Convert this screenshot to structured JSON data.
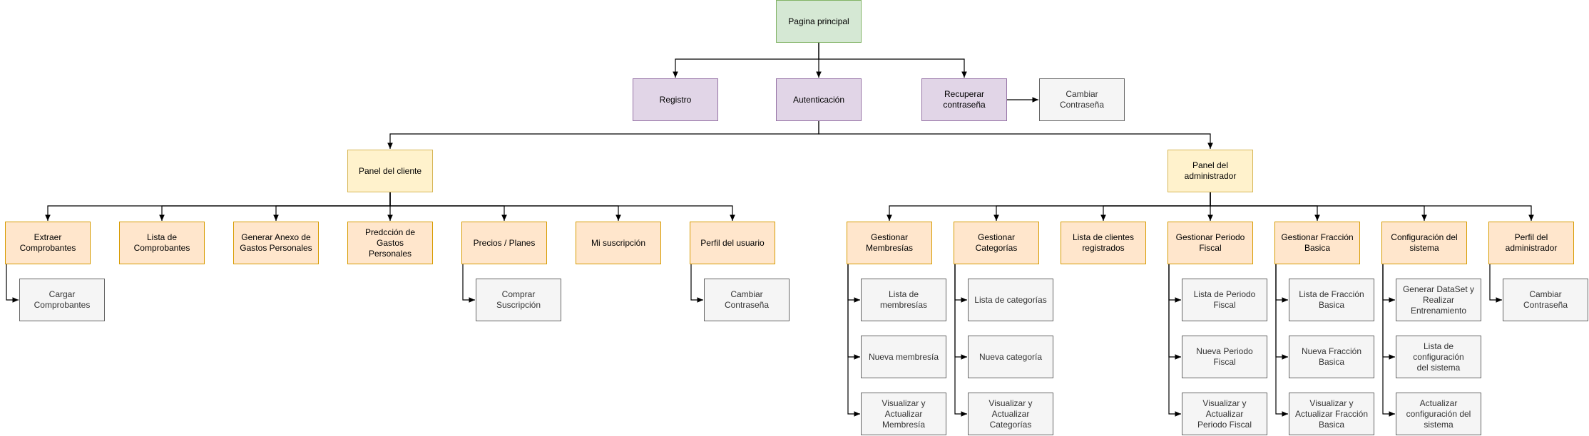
{
  "colors": {
    "green_fill": "#d5e8d4",
    "green_stroke": "#82b366",
    "purple_fill": "#e1d5e7",
    "purple_stroke": "#9673a6",
    "yellow_fill": "#fff2cc",
    "yellow_stroke": "#d6b656",
    "orange_fill": "#ffe6cc",
    "orange_stroke": "#d79b00",
    "gray_fill": "#f5f5f5",
    "gray_stroke": "#666666",
    "edge": "#000000"
  },
  "nodes": [
    {
      "id": "home",
      "label": "Pagina principal",
      "style": "green"
    },
    {
      "id": "registro",
      "label": "Registro",
      "style": "purple"
    },
    {
      "id": "auth",
      "label": "Autenticación",
      "style": "purple"
    },
    {
      "id": "recuperar",
      "label": "Recuperar\ncontraseña",
      "style": "purple"
    },
    {
      "id": "cambiar_top",
      "label": "Cambiar Contraseña",
      "style": "gray"
    },
    {
      "id": "panel_cliente",
      "label": "Panel del cliente",
      "style": "yellow"
    },
    {
      "id": "panel_admin",
      "label": "Panel del\nadministrador",
      "style": "yellow"
    },
    {
      "id": "extraer",
      "label": "Extraer\nComprobantes",
      "style": "orange"
    },
    {
      "id": "lista_comp",
      "label": "Lista de\nComprobantes",
      "style": "orange"
    },
    {
      "id": "anexo",
      "label": "Generar Anexo de\nGastos Personales",
      "style": "orange"
    },
    {
      "id": "prediccion",
      "label": "Predcción de Gastos\nPersonales",
      "style": "orange"
    },
    {
      "id": "precios",
      "label": "Precios / Planes",
      "style": "orange"
    },
    {
      "id": "suscripcion",
      "label": "Mi suscripción",
      "style": "orange"
    },
    {
      "id": "perfil_usuario",
      "label": "Perfil del usuario",
      "style": "orange"
    },
    {
      "id": "cargar",
      "label": "Cargar\nComprobantes",
      "style": "gray"
    },
    {
      "id": "comprar",
      "label": "Comprar Suscripción",
      "style": "gray"
    },
    {
      "id": "cambiar_user",
      "label": "Cambiar Contraseña",
      "style": "gray"
    },
    {
      "id": "membresias",
      "label": "Gestionar\nMembresías",
      "style": "orange"
    },
    {
      "id": "categorias",
      "label": "Gestionar Categorías",
      "style": "orange"
    },
    {
      "id": "clientes",
      "label": "Lista de clientes\nregistrados",
      "style": "orange"
    },
    {
      "id": "periodo",
      "label": "Gestionar Periodo\nFiscal",
      "style": "orange"
    },
    {
      "id": "fraccion",
      "label": "Gestionar Fracción\nBasica",
      "style": "orange"
    },
    {
      "id": "config",
      "label": "Configuración del\nsistema",
      "style": "orange"
    },
    {
      "id": "perfil_admin",
      "label": "Perfil del\nadministrador",
      "style": "orange"
    },
    {
      "id": "mem_lista",
      "label": "Lista de membresías",
      "style": "gray"
    },
    {
      "id": "mem_nueva",
      "label": "Nueva membresía",
      "style": "gray"
    },
    {
      "id": "mem_vis",
      "label": "Visualizar y Actualizar\nMembresía",
      "style": "gray"
    },
    {
      "id": "cat_lista",
      "label": "Lista de categorías",
      "style": "gray"
    },
    {
      "id": "cat_nueva",
      "label": "Nueva categoría",
      "style": "gray"
    },
    {
      "id": "cat_vis",
      "label": "Visualizar y Actualizar\nCategorías",
      "style": "gray"
    },
    {
      "id": "per_lista",
      "label": "Lista de Periodo\nFiscal",
      "style": "gray"
    },
    {
      "id": "per_nueva",
      "label": "Nueva Periodo Fiscal",
      "style": "gray"
    },
    {
      "id": "per_vis",
      "label": "Visualizar y Actualizar\nPeriodo Fiscal",
      "style": "gray"
    },
    {
      "id": "fra_lista",
      "label": "Lista de Fracción\nBasica",
      "style": "gray"
    },
    {
      "id": "fra_nueva",
      "label": "Nueva Fracción\nBasica",
      "style": "gray"
    },
    {
      "id": "fra_vis",
      "label": "Visualizar y\nActualizar Fracción\nBasica",
      "style": "gray"
    },
    {
      "id": "cfg_dataset",
      "label": "Generar DataSet y\nRealizar\nEntrenamiento",
      "style": "gray"
    },
    {
      "id": "cfg_lista",
      "label": "Lista de configuración\ndel sistema",
      "style": "gray"
    },
    {
      "id": "cfg_act",
      "label": "Actualizar\nconfiguración del\nsistema",
      "style": "gray"
    },
    {
      "id": "cambiar_admin",
      "label": "Cambiar Contraseña",
      "style": "gray"
    }
  ],
  "edges": [
    {
      "from": "home",
      "to": "registro"
    },
    {
      "from": "home",
      "to": "auth"
    },
    {
      "from": "home",
      "to": "recuperar"
    },
    {
      "from": "recuperar",
      "to": "cambiar_top"
    },
    {
      "from": "auth",
      "to": "panel_cliente"
    },
    {
      "from": "auth",
      "to": "panel_admin"
    },
    {
      "from": "panel_cliente",
      "to": "extraer"
    },
    {
      "from": "panel_cliente",
      "to": "lista_comp"
    },
    {
      "from": "panel_cliente",
      "to": "anexo"
    },
    {
      "from": "panel_cliente",
      "to": "prediccion"
    },
    {
      "from": "panel_cliente",
      "to": "precios"
    },
    {
      "from": "panel_cliente",
      "to": "suscripcion"
    },
    {
      "from": "panel_cliente",
      "to": "perfil_usuario"
    },
    {
      "from": "extraer",
      "to": "cargar"
    },
    {
      "from": "precios",
      "to": "comprar"
    },
    {
      "from": "perfil_usuario",
      "to": "cambiar_user"
    },
    {
      "from": "panel_admin",
      "to": "membresias"
    },
    {
      "from": "panel_admin",
      "to": "categorias"
    },
    {
      "from": "panel_admin",
      "to": "clientes"
    },
    {
      "from": "panel_admin",
      "to": "periodo"
    },
    {
      "from": "panel_admin",
      "to": "fraccion"
    },
    {
      "from": "panel_admin",
      "to": "config"
    },
    {
      "from": "panel_admin",
      "to": "perfil_admin"
    },
    {
      "from": "membresias",
      "to": "mem_lista"
    },
    {
      "from": "membresias",
      "to": "mem_nueva"
    },
    {
      "from": "membresias",
      "to": "mem_vis"
    },
    {
      "from": "categorias",
      "to": "cat_lista"
    },
    {
      "from": "categorias",
      "to": "cat_nueva"
    },
    {
      "from": "categorias",
      "to": "cat_vis"
    },
    {
      "from": "periodo",
      "to": "per_lista"
    },
    {
      "from": "periodo",
      "to": "per_nueva"
    },
    {
      "from": "periodo",
      "to": "per_vis"
    },
    {
      "from": "fraccion",
      "to": "fra_lista"
    },
    {
      "from": "fraccion",
      "to": "fra_nueva"
    },
    {
      "from": "fraccion",
      "to": "fra_vis"
    },
    {
      "from": "config",
      "to": "cfg_dataset"
    },
    {
      "from": "config",
      "to": "cfg_lista"
    },
    {
      "from": "config",
      "to": "cfg_act"
    },
    {
      "from": "perfil_admin",
      "to": "cambiar_admin"
    }
  ]
}
